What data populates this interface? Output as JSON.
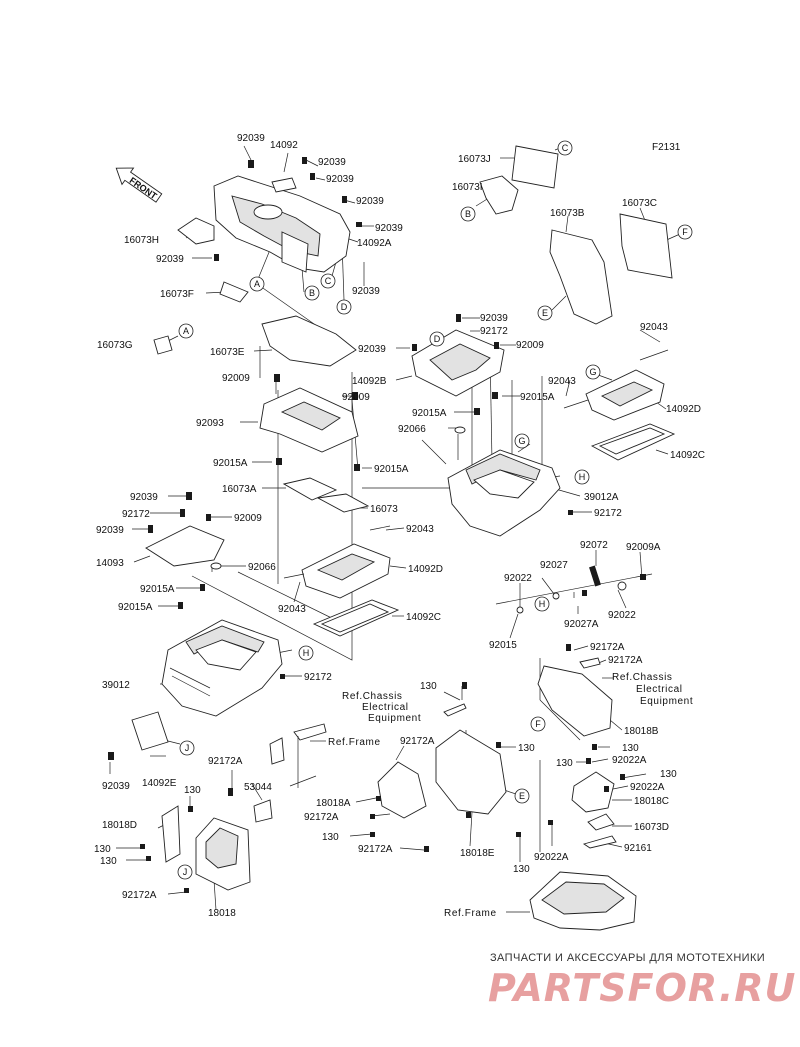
{
  "figure_code": "F2131",
  "front_label": "FRONT",
  "callouts": [
    "A",
    "B",
    "C",
    "D",
    "E",
    "F",
    "G",
    "H",
    "J"
  ],
  "parts": [
    "92039",
    "14092",
    "16073J",
    "16073I",
    "16073H",
    "16073B",
    "16073C",
    "14092A",
    "16073F",
    "16073G",
    "16073E",
    "92172",
    "92009",
    "14092B",
    "92015A",
    "92066",
    "92043",
    "14092D",
    "14092C",
    "92093",
    "16073A",
    "16073",
    "39012A",
    "14093",
    "39012",
    "92072",
    "92009A",
    "92022",
    "92027",
    "92027A",
    "92015",
    "92172A",
    "130",
    "18018B",
    "18018A",
    "53044",
    "18018D",
    "18018",
    "14092E",
    "92022A",
    "18018C",
    "16073D",
    "92161",
    "18018E"
  ],
  "refs": {
    "chassis_elec_1": "Ref.Chassis Electrical Equipment",
    "chassis_elec_2": "Ref.Chassis Electrical Equipment",
    "frame_1": "Ref.Frame",
    "frame_2": "Ref.Frame"
  },
  "watermark": {
    "tagline": "ЗАПЧАСТИ И АКСЕССУАРЫ ДЛЯ МОТОТЕХНИКИ",
    "logo": "PARTSFOR.RU"
  }
}
